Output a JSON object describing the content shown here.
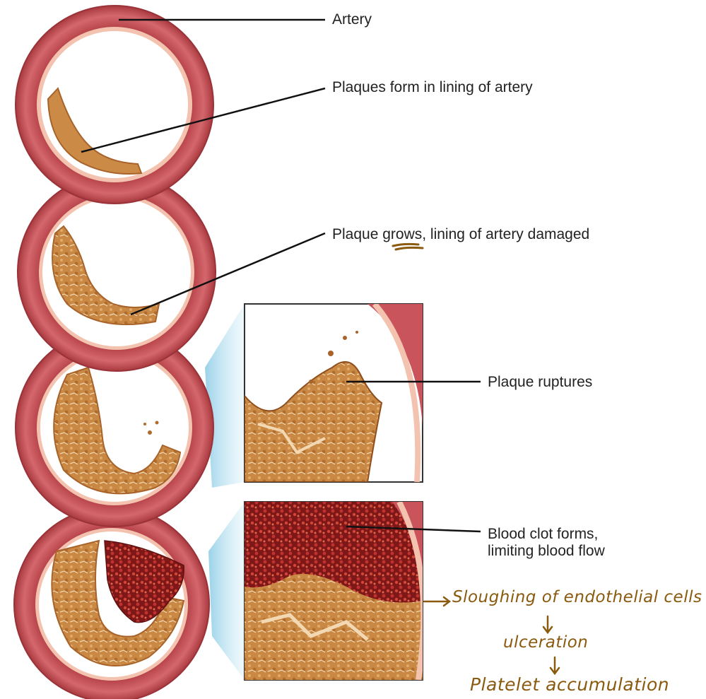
{
  "labels": {
    "artery": "Artery",
    "plaques_form": "Plaques form in lining of artery",
    "plaque_grows": "Plaque grows, lining of artery damaged",
    "plaque_ruptures": "Plaque ruptures",
    "clot_line1": "Blood clot forms,",
    "clot_line2": "limiting blood flow"
  },
  "handwritten_notes": {
    "step1": "Sloughing of endothelial cells",
    "step2": "ulceration",
    "step3": "Platelet accumulation"
  },
  "colors": {
    "artery_wall": "#c9545c",
    "artery_wall_dark": "#a8393f",
    "inner_lining": "#f1b9a6",
    "plaque": "#c8843f",
    "plaque_light": "#e0a868",
    "clot": "#8f1d1f",
    "annotation_ink": "#8a5a0f",
    "highlight_glow": "#a9d9ec"
  }
}
